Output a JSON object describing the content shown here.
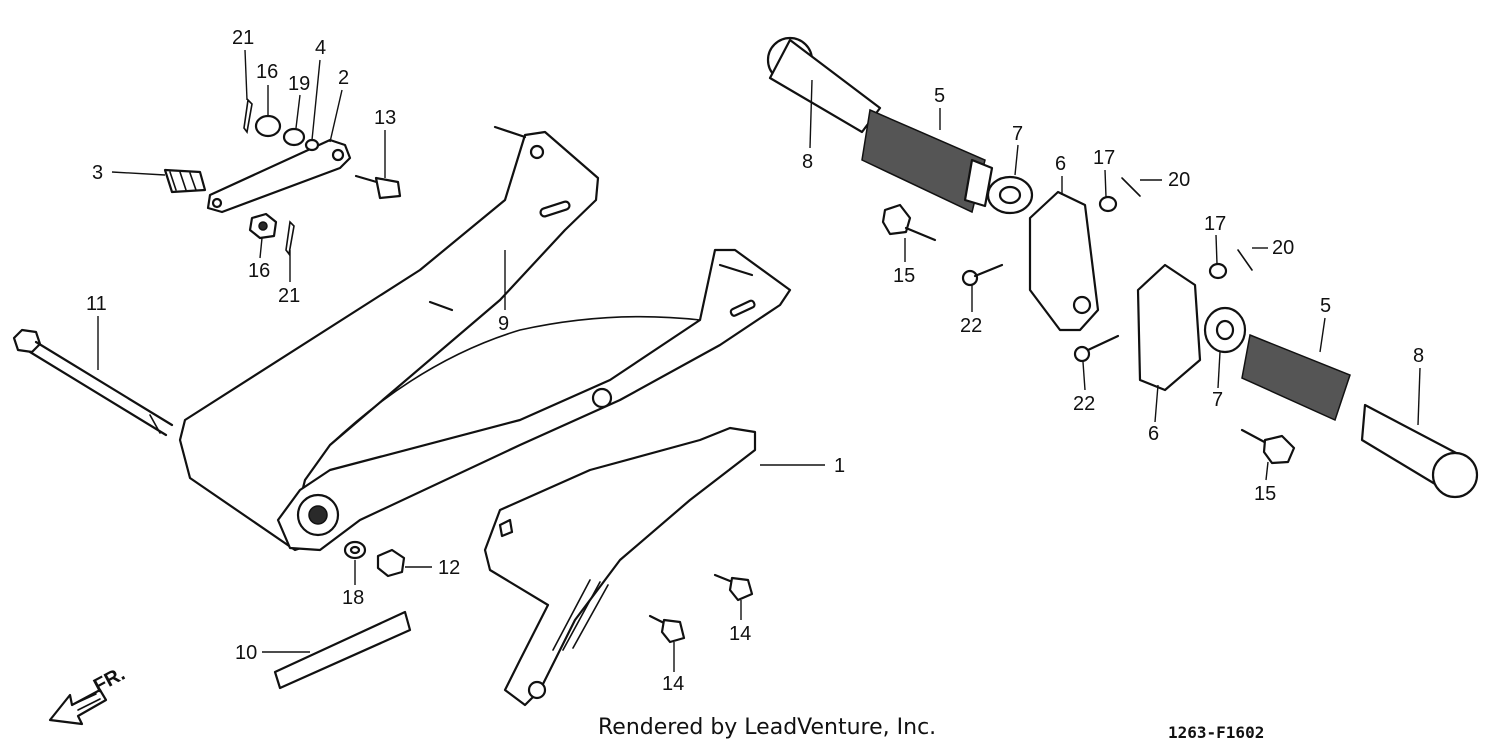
{
  "callouts": [
    {
      "id": "c21a",
      "label": "21"
    },
    {
      "id": "c16a",
      "label": "16"
    },
    {
      "id": "c19",
      "label": "19"
    },
    {
      "id": "c4",
      "label": "4"
    },
    {
      "id": "c2",
      "label": "2"
    },
    {
      "id": "c13",
      "label": "13"
    },
    {
      "id": "c3",
      "label": "3"
    },
    {
      "id": "c16b",
      "label": "16"
    },
    {
      "id": "c21b",
      "label": "21"
    },
    {
      "id": "c9",
      "label": "9"
    },
    {
      "id": "c11",
      "label": "11"
    },
    {
      "id": "c1",
      "label": "1"
    },
    {
      "id": "c12",
      "label": "12"
    },
    {
      "id": "c18",
      "label": "18"
    },
    {
      "id": "c10",
      "label": "10"
    },
    {
      "id": "c14a",
      "label": "14"
    },
    {
      "id": "c14b",
      "label": "14"
    },
    {
      "id": "c8a",
      "label": "8"
    },
    {
      "id": "c5a",
      "label": "5"
    },
    {
      "id": "c7a",
      "label": "7"
    },
    {
      "id": "c6a",
      "label": "6"
    },
    {
      "id": "c17a",
      "label": "17"
    },
    {
      "id": "c20a",
      "label": "20"
    },
    {
      "id": "c15a",
      "label": "15"
    },
    {
      "id": "c22a",
      "label": "22"
    },
    {
      "id": "c17b",
      "label": "17"
    },
    {
      "id": "c20b",
      "label": "20"
    },
    {
      "id": "c22b",
      "label": "22"
    },
    {
      "id": "c6b",
      "label": "6"
    },
    {
      "id": "c7b",
      "label": "7"
    },
    {
      "id": "c5b",
      "label": "5"
    },
    {
      "id": "c8b",
      "label": "8"
    },
    {
      "id": "c15b",
      "label": "15"
    }
  ],
  "direction_label": "FR.",
  "footer": {
    "credit": "Rendered by LeadVenture, Inc.",
    "code": "1263-F1602"
  },
  "colors": {
    "ink": "#111111",
    "paper": "#ffffff"
  }
}
